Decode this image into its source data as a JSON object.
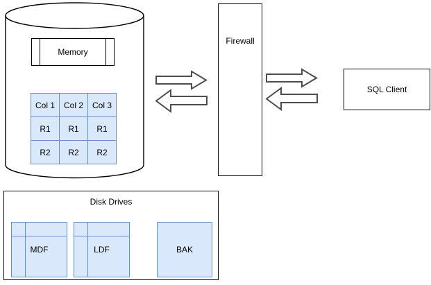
{
  "diagram": {
    "colors": {
      "node_fill": "#ffffff",
      "node_stroke": "#000000",
      "highlight_fill": "#dae8fc",
      "highlight_stroke": "#6c8ebf",
      "arrow_stroke": "#4d4d4d"
    },
    "database": {
      "memory_label": "Memory",
      "table": {
        "rows": [
          [
            "Col 1",
            "Col 2",
            "Col 3"
          ],
          [
            "R1",
            "R1",
            "R1"
          ],
          [
            "R2",
            "R2",
            "R2"
          ]
        ]
      }
    },
    "firewall": {
      "label": "Firewall"
    },
    "sql_client": {
      "label": "SQL Client"
    },
    "disk_drives": {
      "title": "Disk Drives",
      "drives": [
        "MDF",
        "LDF",
        "BAK"
      ]
    }
  }
}
